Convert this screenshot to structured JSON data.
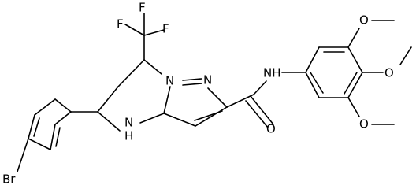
{
  "molecule": {
    "atoms": {
      "F_top": "F",
      "F_left": "F",
      "F_right": "F",
      "N_pyrazole": "N",
      "N_bridge": "N",
      "NH_ring": "N",
      "H_ring": "H",
      "NH_amide": "NH",
      "O_carbonyl": "O",
      "O_methoxy_top": "O",
      "O_methoxy_mid": "O",
      "O_methoxy_bot": "O",
      "Br": "Br"
    }
  }
}
